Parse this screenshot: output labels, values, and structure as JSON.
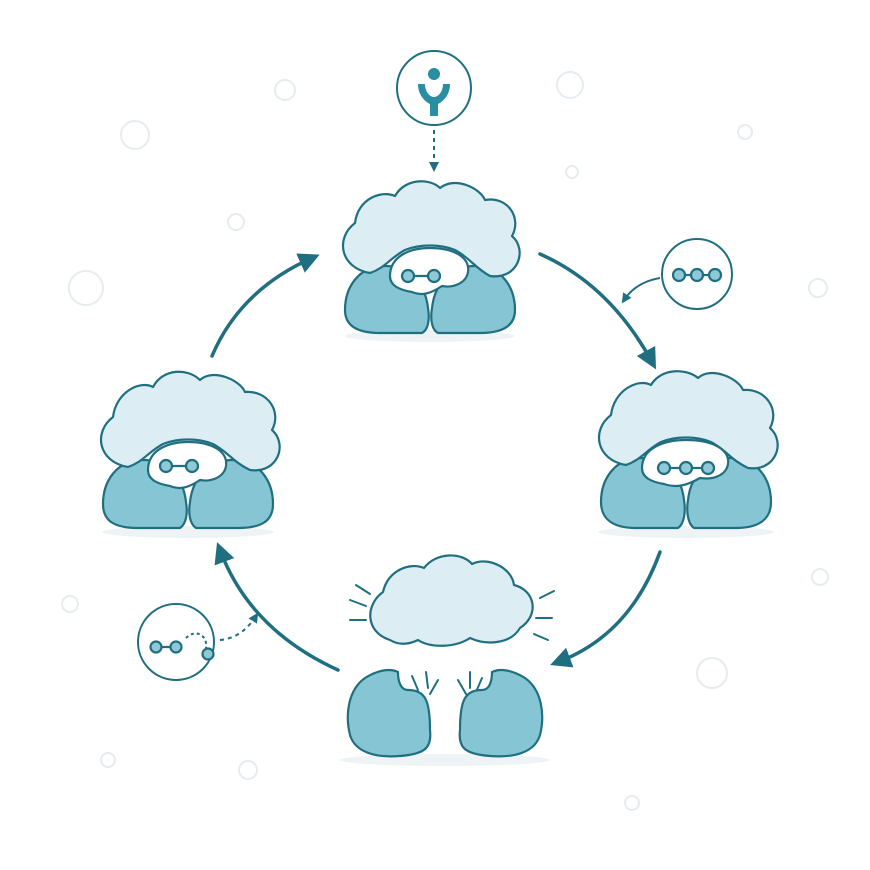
{
  "diagram": {
    "type": "cycle",
    "stages": [
      {
        "id": "top",
        "state": "bound",
        "ligand_beads": 2
      },
      {
        "id": "right",
        "state": "bound",
        "ligand_beads": 3
      },
      {
        "id": "bottom",
        "state": "dissociated",
        "ligand_beads": 0
      },
      {
        "id": "left",
        "state": "bound",
        "ligand_beads": 2
      }
    ],
    "callouts": [
      {
        "id": "top-inhibitor",
        "icon": "inhibitor-icon",
        "connector": "dashed"
      },
      {
        "id": "right-substrate",
        "icon": "three-bead-chain-icon",
        "connector": "solid"
      },
      {
        "id": "left-release",
        "icon": "bead-release-icon",
        "connector": "dashed"
      }
    ],
    "arrows": [
      "top-to-right",
      "right-to-bottom",
      "bottom-to-left",
      "left-to-top"
    ],
    "colors": {
      "outline": "#1f6f80",
      "cap_fill": "#dcedf3",
      "lobe_fill": "#86c5d4",
      "pocket_fill": "#ffffff",
      "bead_fill": "#8fc9d8",
      "background": "#ffffff",
      "bubble_stroke": "#e6ecef"
    }
  }
}
